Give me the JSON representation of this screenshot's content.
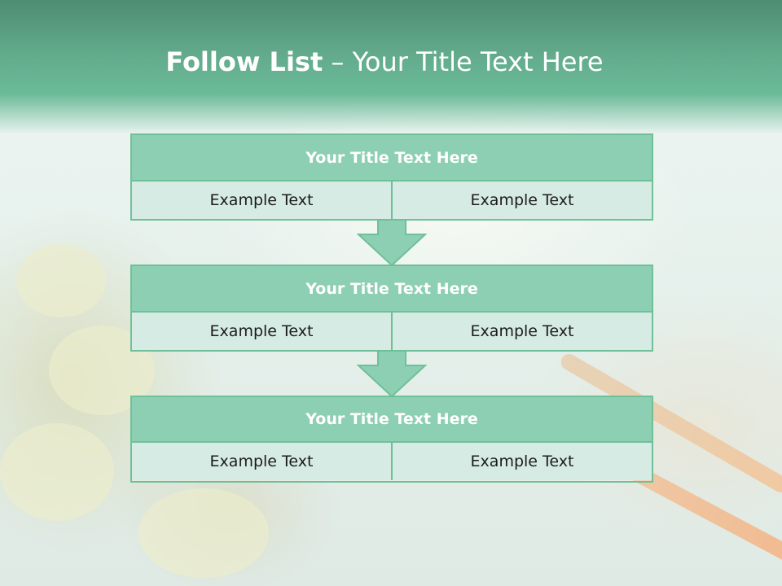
{
  "slide": {
    "title_bold": "Follow List",
    "title_rest": "– Your Title Text Here"
  },
  "blocks": [
    {
      "title": "Your Title Text Here",
      "left": "Example Text",
      "right": "Example Text"
    },
    {
      "title": "Your Title Text Here",
      "left": "Example Text",
      "right": "Example Text"
    },
    {
      "title": "Your Title Text Here",
      "left": "Example Text",
      "right": "Example Text"
    }
  ],
  "colors": {
    "banner": "#62aa8b",
    "block_border": "#6fbf99",
    "block_header": "#8dcfb2",
    "block_cell": "#d6ebe3",
    "arrow": "#8dcfb2"
  },
  "icons": [
    "down-arrow-icon",
    "down-arrow-icon"
  ]
}
